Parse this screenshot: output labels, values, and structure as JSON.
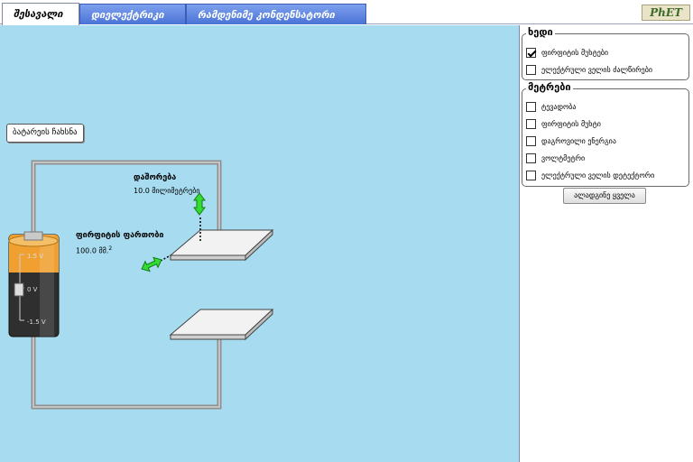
{
  "tabs": [
    {
      "label": "შესავალი",
      "active": true
    },
    {
      "label": "დიელექტრიკი",
      "active": false
    },
    {
      "label": "რამდენიმე კონდენსატორი",
      "active": false
    }
  ],
  "logo": {
    "text": "PhET"
  },
  "play_area": {
    "remove_battery_label": "ბატარეის ჩახსნა",
    "separation": {
      "title": "დაშორება",
      "value": "10.0 მილიმეტრები"
    },
    "plate_area": {
      "title": "ფირფიტის ფართობი",
      "value": "100.0 მმ.",
      "superscript": "2"
    },
    "battery": {
      "top_label": "1.5 V",
      "mid_label": "0 V",
      "bottom_label": "-1.5 V"
    }
  },
  "control_panel": {
    "view": {
      "title": "ხედი",
      "items": [
        {
          "label": "ფირფიტის მუხტები",
          "checked": true
        },
        {
          "label": "ელექტრული ველის ძალწირები",
          "checked": false
        }
      ]
    },
    "meters": {
      "title": "მეტრები",
      "items": [
        {
          "label": "ტევადობა",
          "checked": false
        },
        {
          "label": "ფირფიტის მუხტი",
          "checked": false
        },
        {
          "label": "დაგროვილი ენერგია",
          "checked": false
        },
        {
          "label": "ვოლტმეტრი",
          "checked": false
        },
        {
          "label": "ელექტრული ველის დეტექტორი",
          "checked": false
        }
      ]
    },
    "reset_all_label": "ალადგინე ყველა"
  },
  "colors": {
    "play_background": "#a7dcf0",
    "wire": "#a9a9a9",
    "battery_top": "#f0a030",
    "battery_body": "#2f2f2f",
    "arrow_green": "#33dd33",
    "tab_blue": "#4a73d6"
  }
}
